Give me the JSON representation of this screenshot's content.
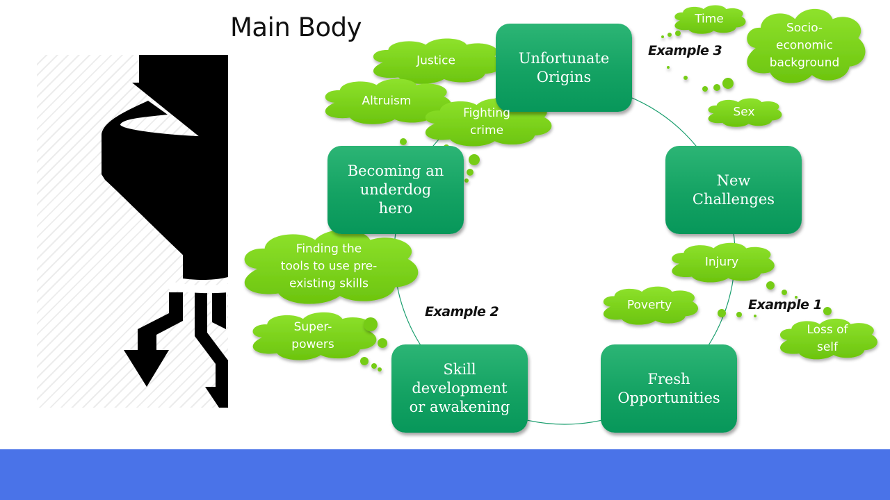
{
  "slide": {
    "title": "Main Body",
    "image_description": "black-hat-and-funnel-icon"
  },
  "colors": {
    "node_green": "#14a263",
    "cloud_green": "#7ed321",
    "footer_blue": "#4a73e8",
    "connector": "#1a9e6e"
  },
  "cycle_nodes": [
    {
      "id": "unfortunate-origins",
      "label": "Unfortunate\nOrigins"
    },
    {
      "id": "new-challenges",
      "label": "New\nChallenges"
    },
    {
      "id": "fresh-opportunities",
      "label": "Fresh\nOpportunities"
    },
    {
      "id": "skill-development",
      "label": "Skill\ndevelopment\nor awakening"
    },
    {
      "id": "underdog-hero",
      "label": "Becoming an\nunderdog\nhero"
    }
  ],
  "examples": [
    {
      "label": "Example 1",
      "bubbles": [
        "Injury",
        "Poverty",
        "Loss of\nself"
      ]
    },
    {
      "label": "Example 2",
      "bubbles": [
        "Finding the\ntools to use pre-\nexisting skills",
        "Super-\npowers"
      ]
    },
    {
      "label": "Example 3",
      "bubbles": [
        "Time",
        "Socio-\neconomic\nbackground",
        "Sex"
      ]
    }
  ],
  "hero_bubbles": [
    "Justice",
    "Altruism",
    "Fighting\ncrime"
  ]
}
